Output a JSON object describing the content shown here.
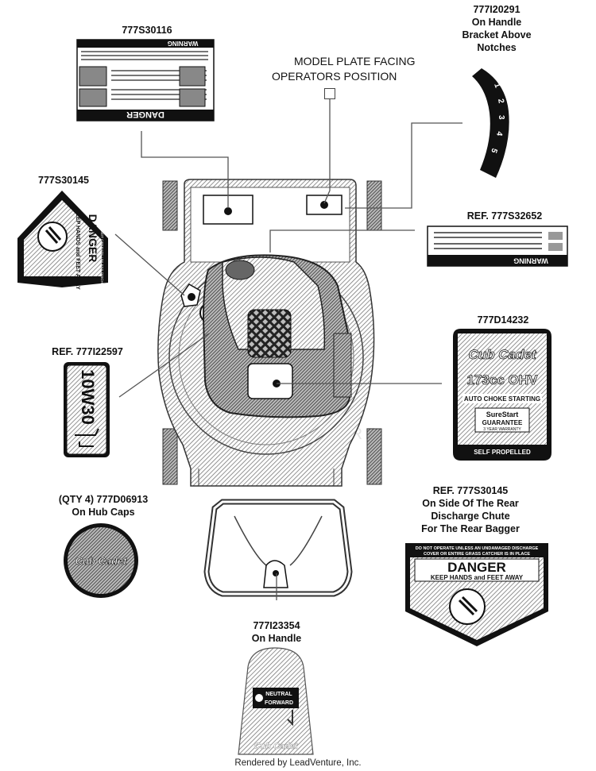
{
  "labels": {
    "top_decal_part": "777S30116",
    "model_plate_line1": "MODEL PLATE FACING",
    "model_plate_line2": "OPERATORS POSITION",
    "handle_bracket_part": "777I20291",
    "handle_bracket_line2": "On Handle",
    "handle_bracket_line3": "Bracket Above",
    "handle_bracket_line4": "Notches",
    "left_danger_part": "777S30145",
    "warning_ref": "REF. 777S32652",
    "oil_ref": "REF. 777I22597",
    "engine_decal_part": "777D14232",
    "hubcap_line1": "(QTY 4) 777D06913",
    "hubcap_line2": "On Hub Caps",
    "rear_ref_line1": "REF.  777S30145",
    "rear_ref_line2": "On Side Of The Rear",
    "rear_ref_line3": "Discharge Chute",
    "rear_ref_line4": "For The Rear Bagger",
    "handle_decal_part": "777I23354",
    "handle_decal_line2": "On Handle"
  },
  "decals": {
    "top_warning_title": "WARNING",
    "top_danger_title": "DANGER",
    "left_danger_title": "DANGER",
    "left_danger_sub": "KEEP HANDS and FEET AWAY",
    "left_danger_top": "DO NOT OPERATE UNLESS DISCHARGE",
    "warning_title": "WARNING",
    "oil_text": "10W30",
    "engine_brand": "Cub Cadet",
    "engine_displacement": "173cc OHV",
    "engine_choke": "AUTO CHOKE STARTING",
    "engine_guarantee_1": "SureStart",
    "engine_guarantee_2": "GUARANTEE",
    "engine_warranty": "3 YEAR WARRANTY",
    "engine_self": "SELF PROPELLED",
    "hubcap_brand": "Cub Cadet",
    "rear_danger_top1": "DO NOT OPERATE UNLESS AN UNDAMAGED DISCHARGE",
    "rear_danger_top2": "COVER OR ENTIRE GRASS CATCHER IS IN PLACE",
    "rear_danger_title": "DANGER",
    "rear_danger_sub": "KEEP HANDS and FEET AWAY",
    "handle_neutral": "NEUTRAL",
    "handle_forward": "FORWARD",
    "handle_brand": "Cub Cadet",
    "notches": [
      "1",
      "2",
      "3",
      "4",
      "5"
    ]
  },
  "watermark": "LEADVENTURE",
  "footer": "Rendered by LeadVenture, Inc."
}
